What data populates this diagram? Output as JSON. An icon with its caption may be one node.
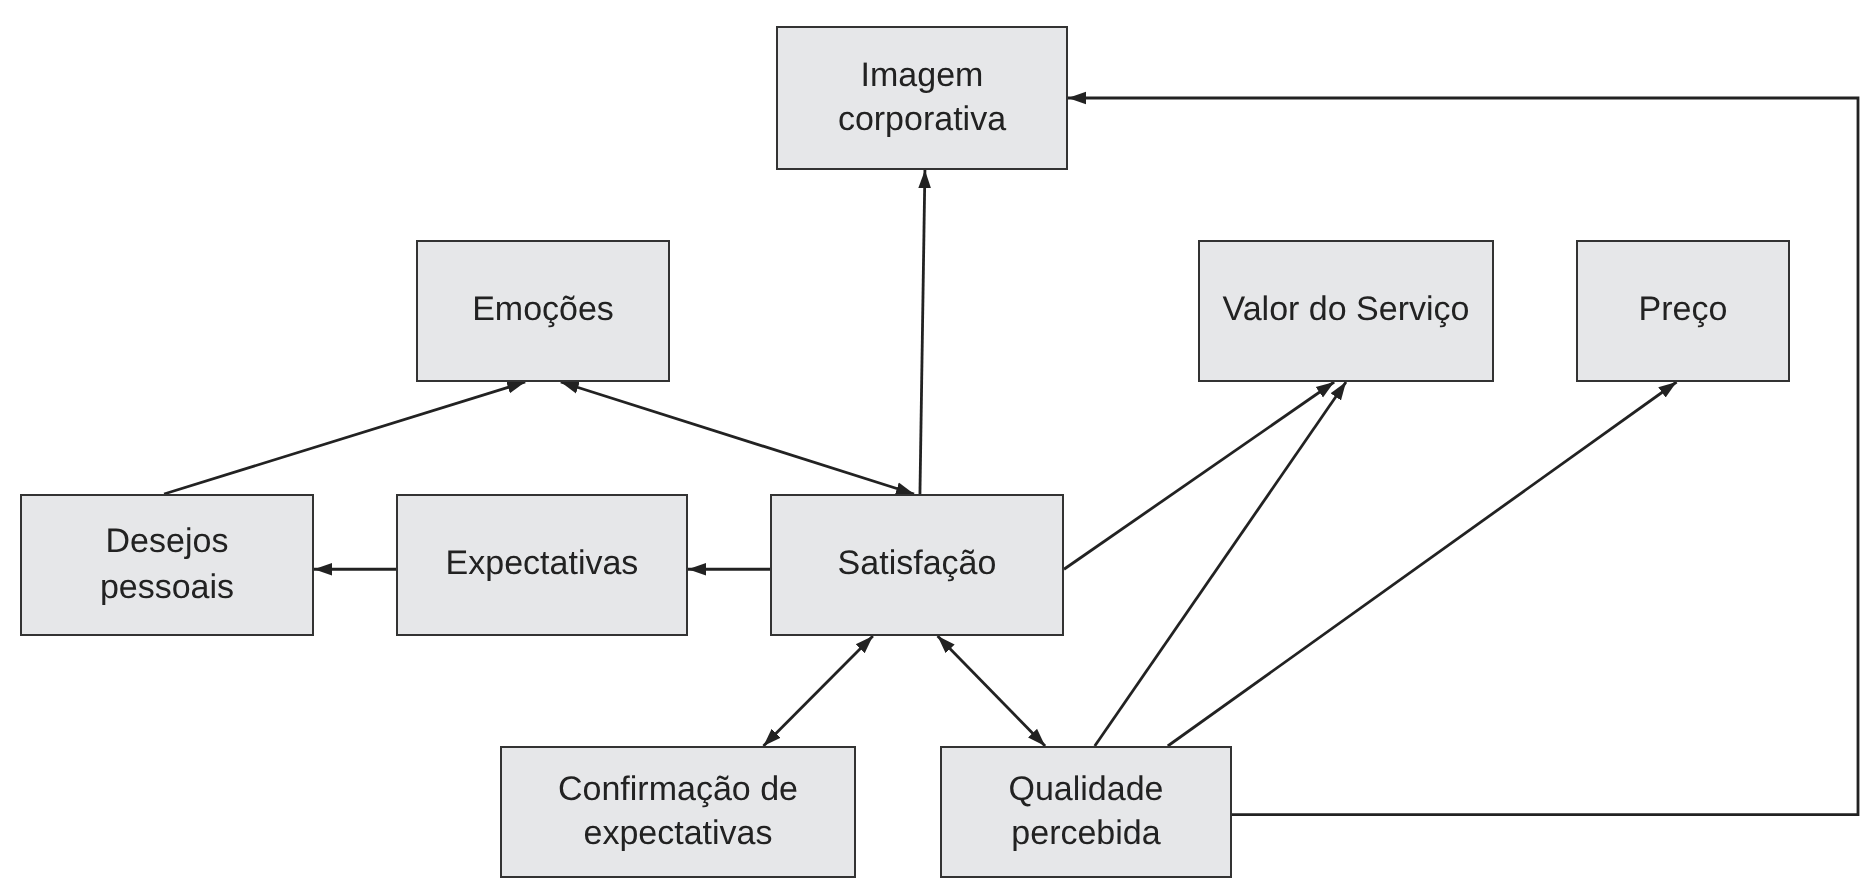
{
  "diagram": {
    "nodes": [
      {
        "text": [
          "Imagem corporativa"
        ]
      },
      {
        "text": [
          "Emoções"
        ]
      },
      {
        "text": [
          "Valor do Serviço"
        ]
      },
      {
        "text": [
          "Preço"
        ]
      },
      {
        "text": [
          "Desejos pessoais"
        ]
      },
      {
        "text": [
          "Expectativas"
        ]
      },
      {
        "text": [
          "Satisfação"
        ]
      },
      {
        "text": [
          "Confirmação de expectativas"
        ]
      },
      {
        "text": [
          "Qualidade percebida"
        ]
      }
    ],
    "edges": [
      {
        "from": 6,
        "to": 0,
        "arrow": "to"
      },
      {
        "from": 4,
        "to": 1,
        "arrow": "to"
      },
      {
        "from": 6,
        "to": 1,
        "arrow": "both"
      },
      {
        "from": 6,
        "to": 5,
        "arrow": "to"
      },
      {
        "from": 5,
        "to": 4,
        "arrow": "to"
      },
      {
        "from": 6,
        "to": 2,
        "arrow": "to"
      },
      {
        "from": 8,
        "to": 2,
        "arrow": "to"
      },
      {
        "from": 8,
        "to": 3,
        "arrow": "to"
      },
      {
        "from": 6,
        "to": 7,
        "arrow": "both"
      },
      {
        "from": 6,
        "to": 8,
        "arrow": "both"
      },
      {
        "from": 8,
        "to": 0,
        "arrow": "to"
      }
    ]
  }
}
